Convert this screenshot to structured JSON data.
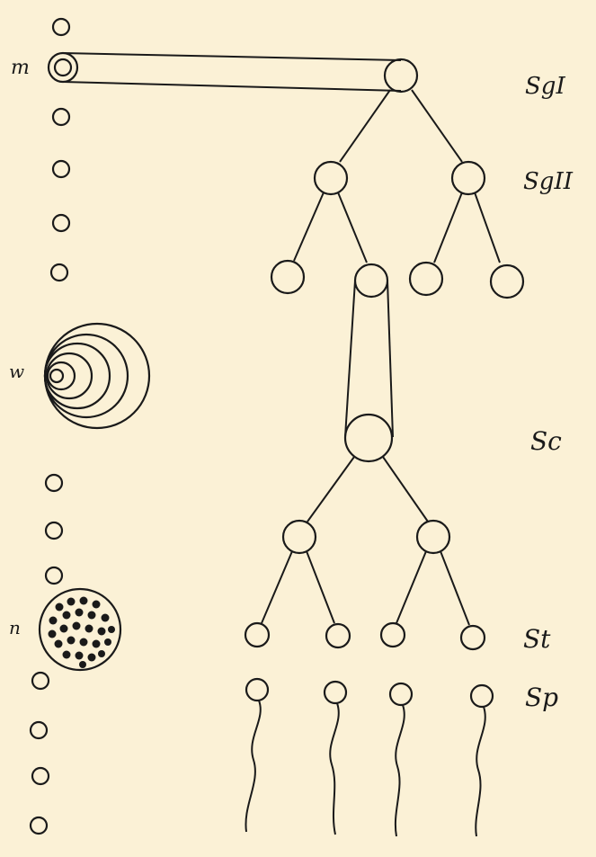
{
  "labels": {
    "m": "m",
    "w": "w",
    "n": "n",
    "sg1": "SgI",
    "sg2": "SgII",
    "sc": "Sc",
    "st": "St",
    "sp": "Sp"
  },
  "colors": {
    "background": "#fbf1d6",
    "ink": "#1a1a1a"
  }
}
